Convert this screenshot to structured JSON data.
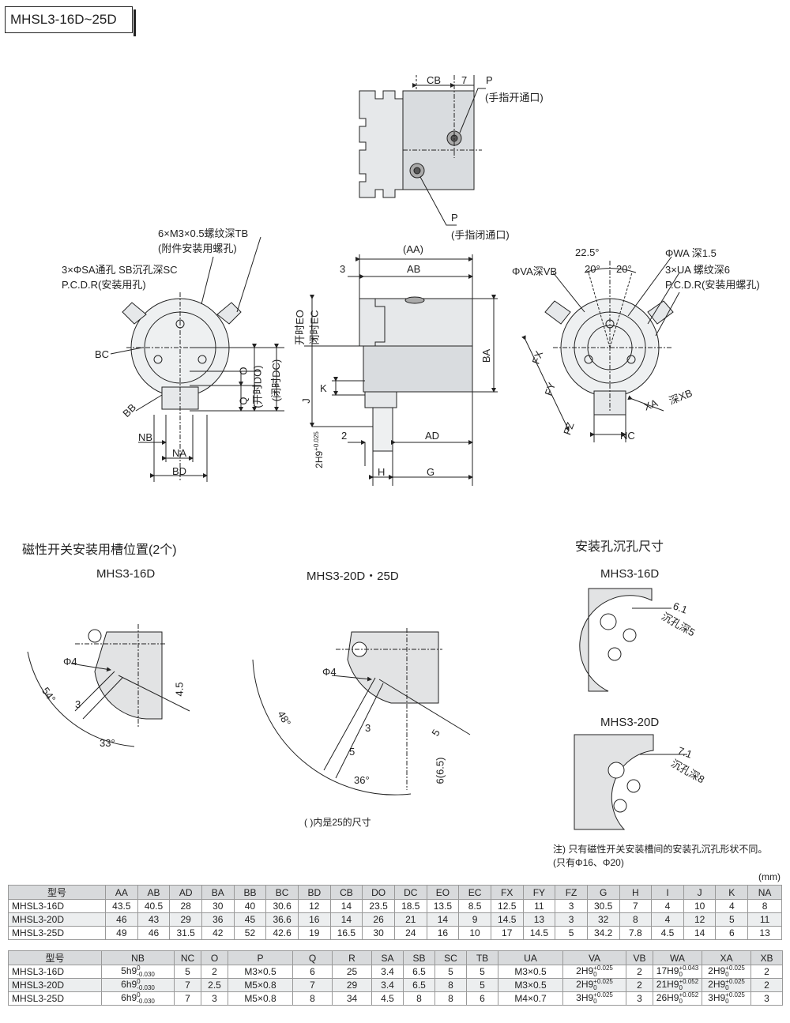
{
  "title": "MHSL3-16D~25D",
  "top_view": {
    "cb": "CB",
    "seven": "7",
    "p": "P",
    "open_port": "(手指开通口)",
    "close_port": "(手指闭通口)"
  },
  "left_view": {
    "thread_tb": "6×M3×0.5螺纹深TB",
    "thread_tb_note": "(附件安装用螺孔)",
    "hole_sa": "3×ΦSA通孔 SB沉孔深SC",
    "pcd": "P.C.D.R(安装用孔)",
    "bc": "BC",
    "bb": "BB",
    "nb": "NB",
    "na": "NA",
    "bd": "BD",
    "o": "O",
    "q": "Q",
    "do": "(开时DO)",
    "dc": "(闭时DC)"
  },
  "mid_view": {
    "aa": "(AA)",
    "three": "3",
    "ab": "AB",
    "eo": "开时EO",
    "ec": "闭时EC",
    "ba": "BA",
    "k": "K",
    "j": "J",
    "two": "2",
    "ad": "AD",
    "h9": "2H9",
    "h9_up": "+0.025",
    "h9_lo": "0",
    "h": "H",
    "g": "G"
  },
  "right_view": {
    "angle225": "22.5°",
    "angle20a": "20°",
    "angle20b": "20°",
    "va": "ΦVA深VB",
    "wa": "ΦWA  深1.5",
    "ua": "3×UA  螺纹深6",
    "pcd": "P.C.D.R(安装用螺孔)",
    "fx": "FX",
    "fy": "FY",
    "fz": "FZ",
    "xa": "XA",
    "xb": "深XB",
    "nc": "NC"
  },
  "switch_section": {
    "heading": "磁性开关安装用槽位置(2个)",
    "left": {
      "model": "MHS3-16D",
      "phi4": "Φ4",
      "a54": "54°",
      "three": "3",
      "a33": "33°",
      "d45": "4.5"
    },
    "middle": {
      "model": "MHS3-20D・25D",
      "phi4": "Φ4",
      "a48": "48°",
      "three": "3",
      "five_a": "5",
      "a36": "36°",
      "five_b": "5",
      "six": "6(6.5)"
    },
    "note": "(   )内是25的尺寸"
  },
  "counterbore_section": {
    "heading": "安装孔沉孔尺寸",
    "m16": {
      "model": "MHS3-16D",
      "dim": "6.1",
      "depth": "沉孔深5"
    },
    "m20": {
      "model": "MHS3-20D",
      "dim": "7.1",
      "depth": "沉孔深8"
    },
    "note1": "注) 只有磁性开关安装槽间的安装孔沉孔形状不同。",
    "note2": "(只有Φ16、Φ20)"
  },
  "unit": "(mm)",
  "table1": {
    "headers": [
      "型号",
      "AA",
      "AB",
      "AD",
      "BA",
      "BB",
      "BC",
      "BD",
      "CB",
      "DO",
      "DC",
      "EO",
      "EC",
      "FX",
      "FY",
      "FZ",
      "G",
      "H",
      "I",
      "J",
      "K",
      "NA"
    ],
    "rows": [
      [
        "MHSL3-16D",
        "43.5",
        "40.5",
        "28",
        "30",
        "40",
        "30.6",
        "12",
        "14",
        "23.5",
        "18.5",
        "13.5",
        "8.5",
        "12.5",
        "11",
        "3",
        "30.5",
        "7",
        "4",
        "10",
        "4",
        "8"
      ],
      [
        "MHSL3-20D",
        "46",
        "43",
        "29",
        "36",
        "45",
        "36.6",
        "16",
        "14",
        "26",
        "21",
        "14",
        "9",
        "14.5",
        "13",
        "3",
        "32",
        "8",
        "4",
        "12",
        "5",
        "11"
      ],
      [
        "MHSL3-25D",
        "49",
        "46",
        "31.5",
        "42",
        "52",
        "42.6",
        "19",
        "16.5",
        "30",
        "24",
        "16",
        "10",
        "17",
        "14.5",
        "5",
        "34.2",
        "7.8",
        "4.5",
        "14",
        "6",
        "13"
      ]
    ]
  },
  "table2": {
    "headers": [
      "型号",
      "NB",
      "NC",
      "O",
      "P",
      "Q",
      "R",
      "SA",
      "SB",
      "SC",
      "TB",
      "UA",
      "VA",
      "VB",
      "WA",
      "XA",
      "XB"
    ],
    "rows": [
      [
        "MHSL3-16D",
        [
          "5h9",
          "0",
          "-0.030"
        ],
        "5",
        "2",
        "M3×0.5",
        "6",
        "25",
        "3.4",
        "6.5",
        "5",
        "5",
        "M3×0.5",
        [
          "2H9",
          "+0.025",
          "0"
        ],
        "2",
        [
          "17H9",
          "+0.043",
          "0"
        ],
        [
          "2H9",
          "+0.025",
          "0"
        ],
        "2"
      ],
      [
        "MHSL3-20D",
        [
          "6h9",
          "0",
          "-0.030"
        ],
        "7",
        "2.5",
        "M5×0.8",
        "7",
        "29",
        "3.4",
        "6.5",
        "8",
        "5",
        "M3×0.5",
        [
          "2H9",
          "+0.025",
          "0"
        ],
        "2",
        [
          "21H9",
          "+0.052",
          "0"
        ],
        [
          "2H9",
          "+0.025",
          "0"
        ],
        "2"
      ],
      [
        "MHSL3-25D",
        [
          "6h9",
          "0",
          "-0.030"
        ],
        "7",
        "3",
        "M5×0.8",
        "8",
        "34",
        "4.5",
        "8",
        "8",
        "6",
        "M4×0.7",
        [
          "3H9",
          "+0.025",
          "0"
        ],
        "3",
        [
          "26H9",
          "+0.052",
          "0"
        ],
        [
          "3H9",
          "+0.025",
          "0"
        ],
        "3"
      ]
    ]
  }
}
